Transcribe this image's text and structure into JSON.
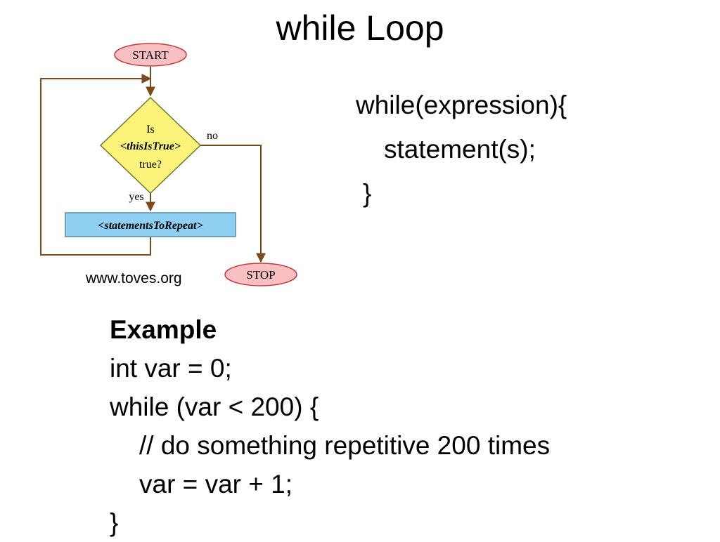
{
  "title": "while Loop",
  "flowchart": {
    "start": "START",
    "decision_line1": "Is",
    "decision_line2": "<thisIsTrue>",
    "decision_line3": "true?",
    "no_label": "no",
    "yes_label": "yes",
    "process": "<statementsToRepeat>",
    "stop": "STOP",
    "colors": {
      "terminal_fill": "#f9c0c4",
      "terminal_stroke": "#c43b3b",
      "decision_fill": "#fbf37a",
      "decision_stroke": "#6b7a2a",
      "process_fill": "#8fd0f2",
      "process_stroke": "#5a8aa8",
      "arrow": "#7a4a1a"
    }
  },
  "credit": "www.toves.org",
  "syntax": {
    "line1": "while(expression){",
    "line2": "statement(s);",
    "line3": "}"
  },
  "example": {
    "heading": "Example",
    "line1": "int var = 0;",
    "line2": "while (var < 200) {",
    "line3": "// do something repetitive 200 times",
    "line4": "var = var + 1;",
    "line5": "}"
  }
}
